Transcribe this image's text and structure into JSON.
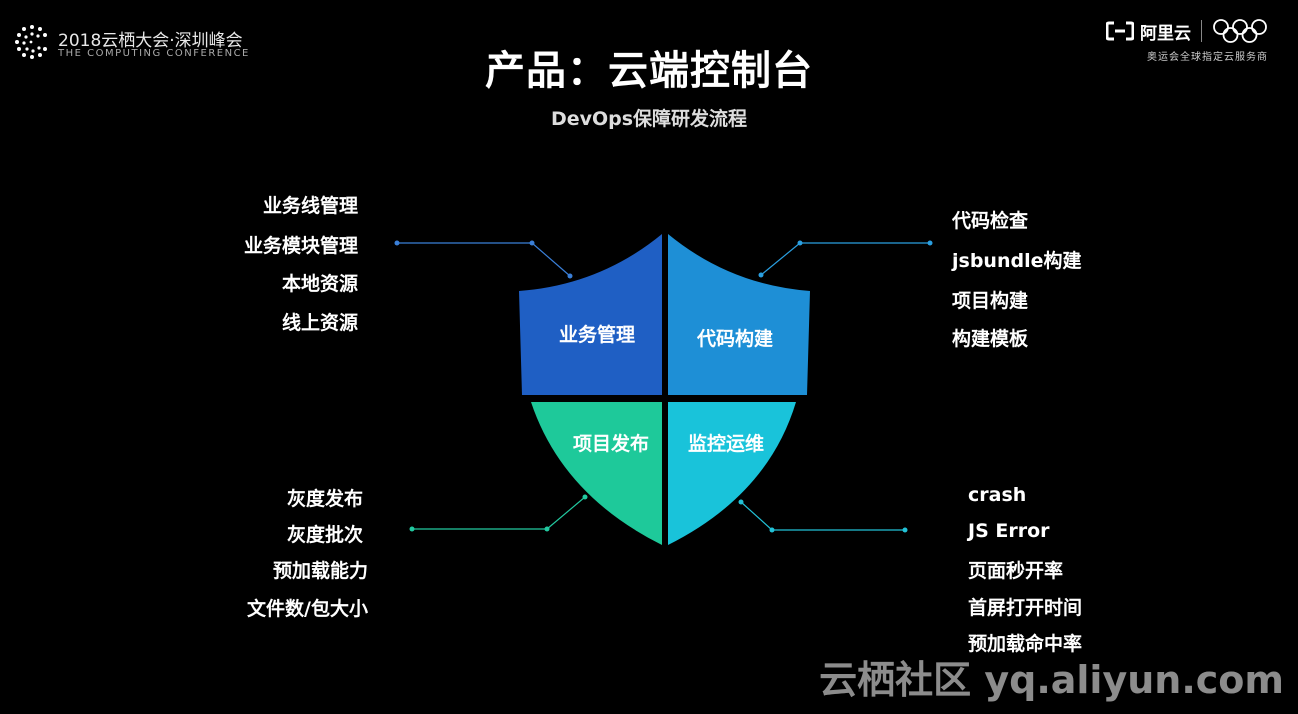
{
  "header": {
    "conference_title": "2018云栖大会·深圳峰会",
    "conference_subtitle": "THE COMPUTING CONFERENCE",
    "brand_name": "阿里云",
    "brand_tagline": "奥运会全球指定云服务商"
  },
  "title": "产品：云端控制台",
  "subtitle": "DevOps保障研发流程",
  "shield": {
    "top_left": "业务管理",
    "top_right": "代码构建",
    "bottom_left": "项目发布",
    "bottom_right": "监控运维"
  },
  "groups": {
    "business": [
      "业务线管理",
      "业务模块管理",
      "本地资源",
      "线上资源"
    ],
    "build": [
      "代码检查",
      "jsbundle构建",
      "项目构建",
      "构建模板"
    ],
    "release": [
      "灰度发布",
      "灰度批次",
      "预加载能力",
      "文件数/包大小"
    ],
    "monitor": [
      "crash",
      "JS Error",
      "页面秒开率",
      "首屏打开时间",
      "预加载命中率"
    ]
  },
  "colors": {
    "top_left": "#1f5fc4",
    "top_right": "#1e8fd6",
    "bottom_left": "#1ec99a",
    "bottom_right": "#19c3da"
  },
  "watermark": "云栖社区 yq.aliyun.com"
}
